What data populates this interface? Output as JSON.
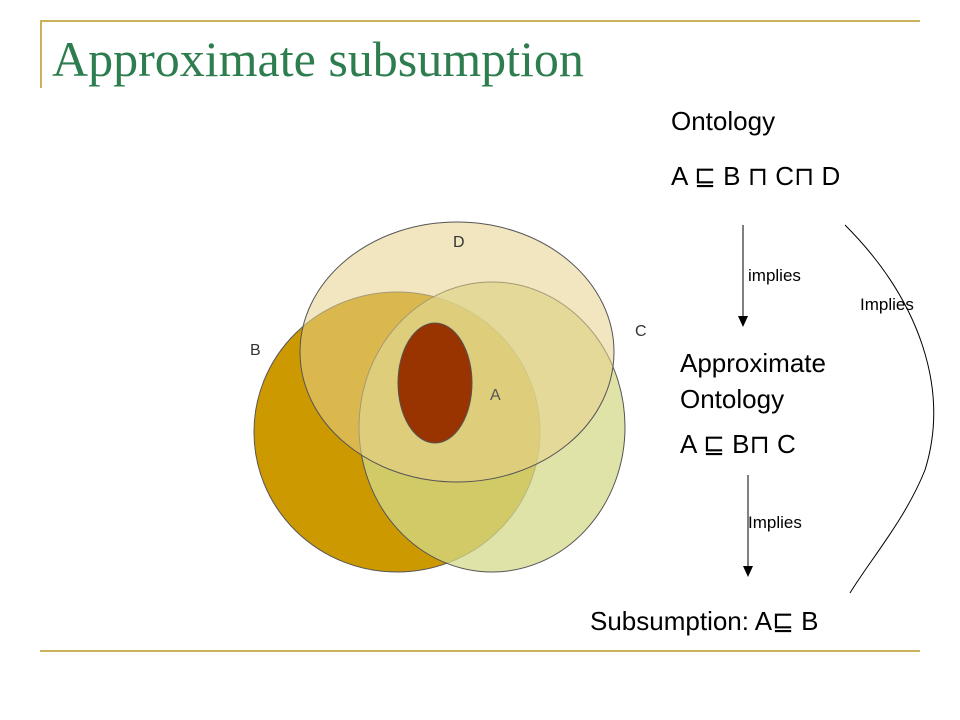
{
  "slide": {
    "title": "Approximate subsumption"
  },
  "venn": {
    "labels": {
      "d": "D",
      "b": "B",
      "c": "C",
      "a": "A"
    },
    "colors": {
      "b": "#cc9900",
      "c": "#d4d98a",
      "d": "#ecd9a3",
      "a": "#993300"
    }
  },
  "ontology": {
    "heading": "Ontology",
    "axiom": "A ⊑ B ⊓ C⊓ D"
  },
  "approx": {
    "line1": "Approximate",
    "line2": "Ontology",
    "axiom": "A ⊑ B⊓ C"
  },
  "arrows": {
    "implies_1": "implies",
    "implies_right": "Implies",
    "implies_2": "Implies"
  },
  "result": {
    "text": "Subsumption: A⊑ B"
  }
}
